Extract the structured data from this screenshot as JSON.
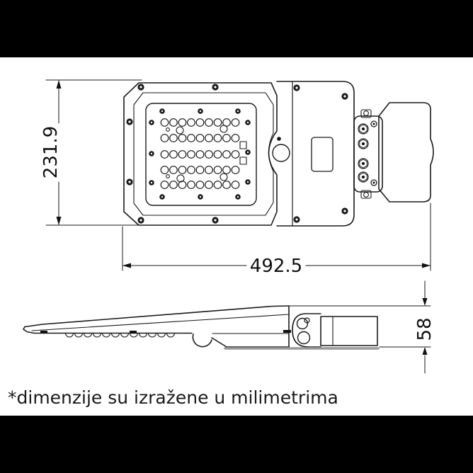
{
  "note": "*dimenzije su izražene u milimetrima",
  "dimensions": {
    "top_view_height": "231.9",
    "overall_length": "492.5",
    "side_thickness": "58"
  },
  "colors": {
    "letterbox": "#000000",
    "paper": "#ffffff",
    "ink": "#1a1a1a",
    "shadow": "#999999"
  }
}
